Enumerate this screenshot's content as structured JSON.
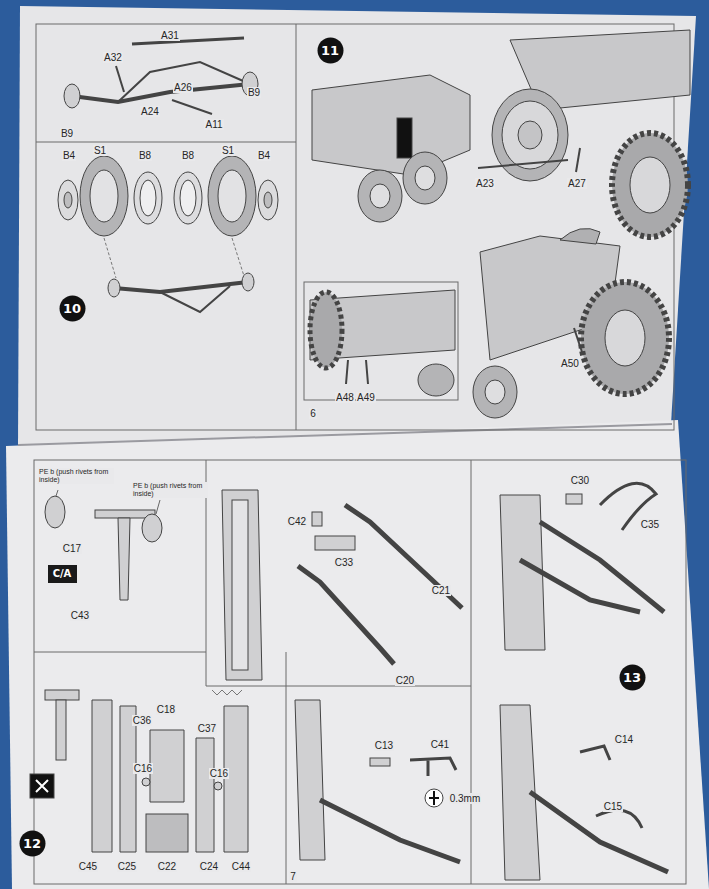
{
  "diagram": {
    "nodes": [
      {
        "text": [
          "11"
        ]
      },
      {
        "text": [
          "10"
        ]
      },
      {
        "text": [
          "C/A"
        ]
      },
      {
        "text": [
          "13"
        ]
      },
      {
        "text": [
          "12"
        ]
      }
    ],
    "labels": [
      "A31",
      "A32",
      "A26",
      "B9",
      "A24",
      "B9",
      "A11",
      "B4",
      "S1",
      "B8",
      "B8",
      "S1",
      "B4",
      "A23",
      "A27",
      "A48",
      "A49",
      "6",
      "A50",
      "PE b (push rivets from inside)",
      "PE b (push rivets from inside)",
      "C17",
      "C43",
      "C42",
      "C33",
      "C21",
      "C20",
      "C30",
      "C35",
      "C18",
      "C36",
      "C37",
      "C16",
      "C16",
      "C45",
      "C25",
      "C22",
      "C24",
      "C44",
      "C13",
      "C41",
      "0.3mm",
      "7",
      "C14",
      "C15"
    ]
  }
}
